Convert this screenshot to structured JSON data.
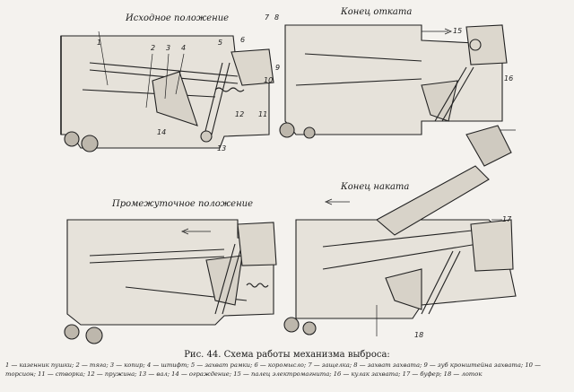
{
  "panels": {
    "a": {
      "title": "Исходное положение"
    },
    "b": {
      "title": "Конец отката"
    },
    "c": {
      "title": "Промежуточное положение"
    },
    "d": {
      "title": "Конец наката"
    }
  },
  "numbers": {
    "a": [
      "1",
      "2",
      "3",
      "4",
      "5",
      "6",
      "7",
      "8",
      "9",
      "10",
      "11",
      "12",
      "13",
      "14"
    ],
    "b": [
      "15",
      "16"
    ],
    "d": [
      "17",
      "18"
    ]
  },
  "caption": {
    "title": "Рис. 44. Схема работы механизма выброса:",
    "legend": "1 — казенник пушки; 2 — тяга; 3 — копир; 4 — штифт; 5 — захват рамки; 6 — коромысло; 7 — защелка; 8 — захват захвата; 9 — зуб кронштейна захвата; 10 — торсион; 11 — створка; 12 — пружина; 13 — вал; 14 — ограждение; 15 — палец электромагнита; 16 — кулак захвата; 17 — буфер; 18 — лоток"
  }
}
